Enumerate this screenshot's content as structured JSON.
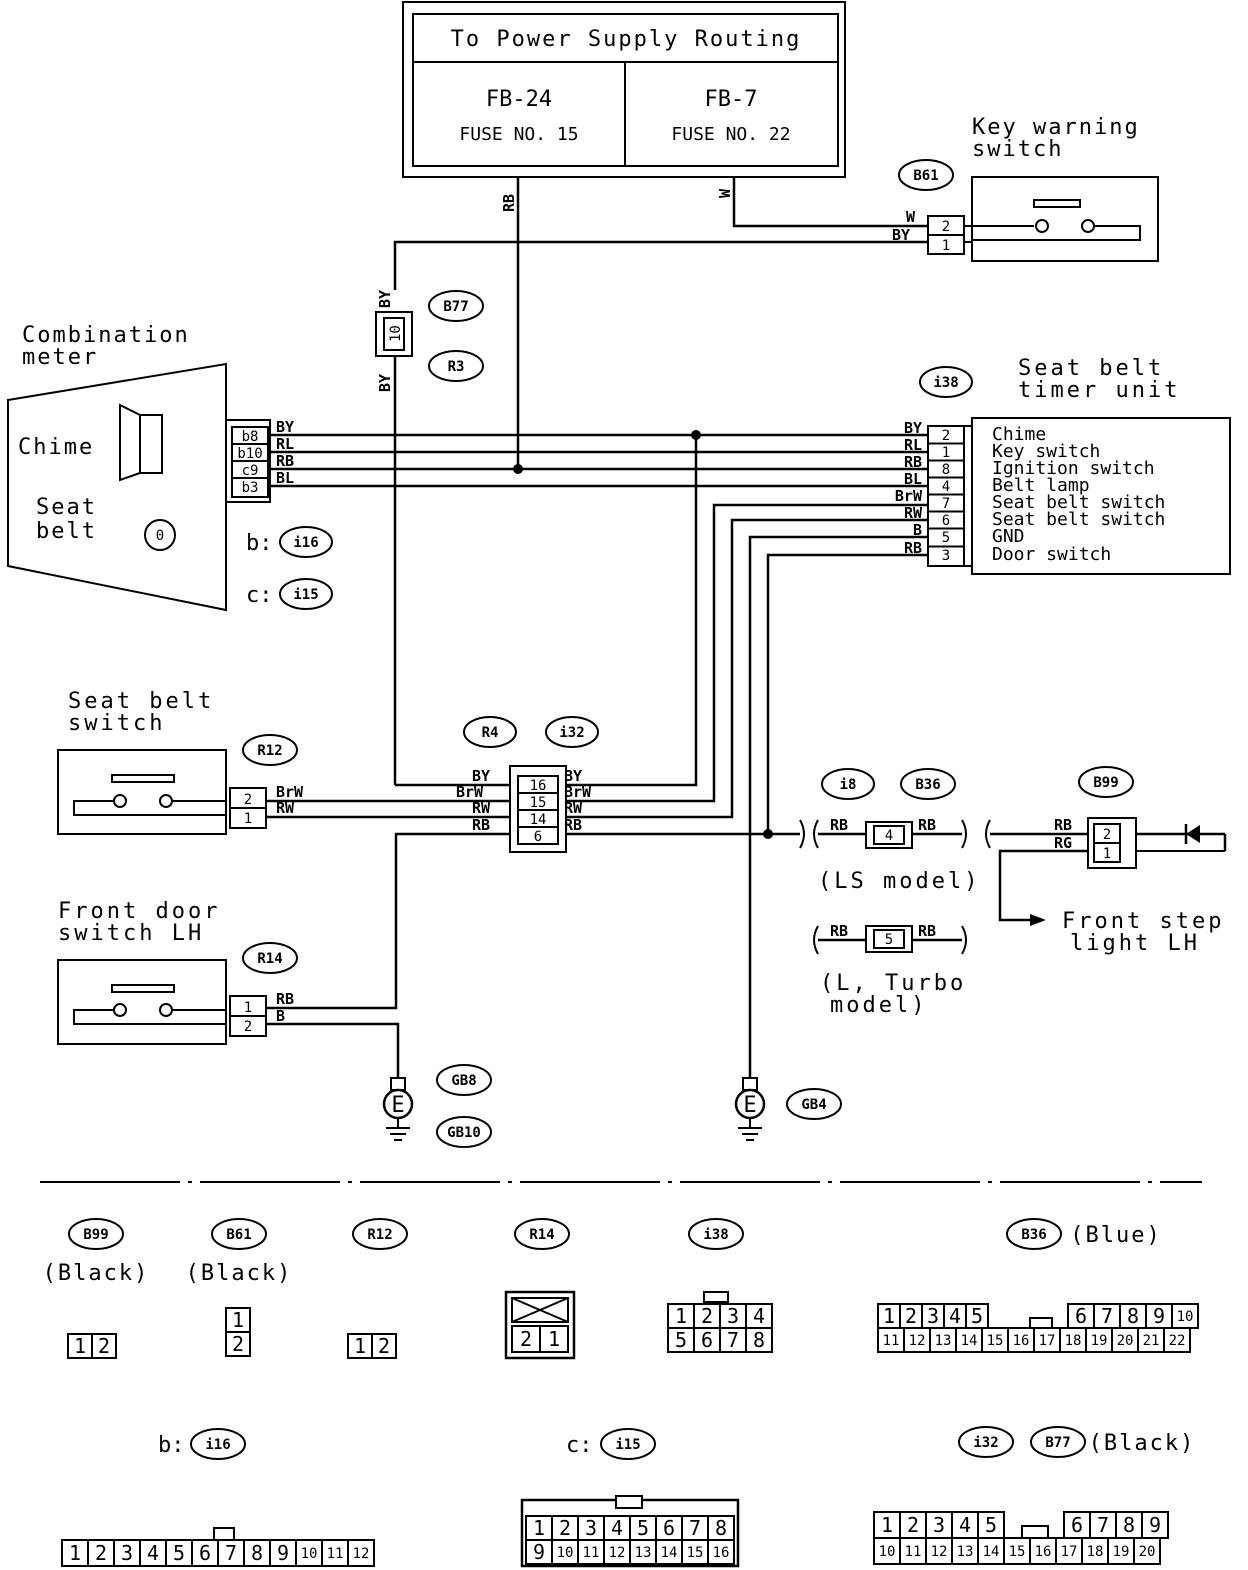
{
  "power_box": {
    "title": "To Power Supply Routing",
    "left_label": "FB-24",
    "left_fuse": "FUSE NO. 15",
    "right_label": "FB-7",
    "right_fuse": "FUSE NO. 22"
  },
  "components": {
    "key_warning_switch": [
      "Key warning",
      "switch"
    ],
    "combination_meter": [
      "Combination",
      "meter"
    ],
    "chime": "Chime",
    "seat_belt_indicator": [
      "Seat",
      "belt"
    ],
    "seat_belt_timer_unit": [
      "Seat belt",
      "timer unit"
    ],
    "seat_belt_switch": [
      "Seat belt",
      "switch"
    ],
    "front_door_switch": [
      "Front door",
      "switch LH"
    ],
    "front_step_light": [
      "Front step",
      "light LH"
    ],
    "ls_model": "(LS model)",
    "l_turbo_model": [
      "(L, Turbo",
      "model)"
    ]
  },
  "connector_tags": {
    "b61": "B61",
    "b77": "B77",
    "r3": "R3",
    "i38": "i38",
    "i16": "i16",
    "i15": "i15",
    "r12": "R12",
    "r4": "R4",
    "i32": "i32",
    "i8": "i8",
    "b36": "B36",
    "b99": "B99",
    "r14": "R14",
    "gb8": "GB8",
    "gb10": "GB10",
    "gb4": "GB4",
    "b_prefix": "b:",
    "c_prefix": "c:"
  },
  "wire_colors": {
    "rb": "RB",
    "w": "W",
    "by": "BY",
    "rl": "RL",
    "bl": "BL",
    "brw": "BrW",
    "rw": "RW",
    "b": "B",
    "rg": "RG"
  },
  "meter_pins": [
    "b8",
    "b10",
    "c9",
    "b3"
  ],
  "timer_pins": [
    "2",
    "1",
    "8",
    "4",
    "7",
    "6",
    "5",
    "3"
  ],
  "timer_functions": [
    "Chime",
    "Key switch",
    "Ignition switch",
    "Belt lamp",
    "Seat belt switch",
    "Seat belt switch",
    "GND",
    "Door switch"
  ],
  "timer_wires": [
    "BY",
    "RL",
    "RB",
    "BL",
    "BrW",
    "RW",
    "B",
    "RB"
  ],
  "r4_pins": [
    "16",
    "15",
    "14",
    "6"
  ],
  "inline_pins": {
    "ls": "4",
    "turbo": "5"
  },
  "key_warning_pins": [
    "2",
    "1"
  ],
  "b99_pins": [
    "2",
    "1"
  ],
  "seat_belt_switch_pins": [
    "2",
    "1"
  ],
  "door_switch_pins": [
    "1",
    "2"
  ],
  "fuse_10": "10",
  "ground_symbol": "E",
  "legend": {
    "b99": {
      "tag": "B99",
      "color": "(Black)",
      "cells": [
        [
          "1",
          "2"
        ]
      ]
    },
    "b61": {
      "tag": "B61",
      "color": "(Black)",
      "cells": [
        [
          "1"
        ],
        [
          "2"
        ]
      ]
    },
    "r12": {
      "tag": "R12",
      "cells": [
        [
          "1",
          "2"
        ]
      ]
    },
    "r14": {
      "tag": "R14",
      "cells": [
        [
          "2",
          "1"
        ]
      ]
    },
    "i38": {
      "tag": "i38",
      "cells": [
        [
          "1",
          "2",
          "3",
          "4"
        ],
        [
          "5",
          "6",
          "7",
          "8"
        ]
      ]
    },
    "b36": {
      "tag": "B36",
      "color": "(Blue)",
      "cells": [
        [
          "1",
          "2",
          "3",
          "4",
          "5",
          "6",
          "7",
          "8",
          "9",
          "10"
        ],
        [
          "11",
          "12",
          "13",
          "14",
          "15",
          "16",
          "17",
          "18",
          "19",
          "20",
          "21",
          "22"
        ]
      ]
    },
    "i16": {
      "prefix": "b:",
      "tag": "i16",
      "cells": [
        [
          "1",
          "2",
          "3",
          "4",
          "5",
          "6",
          "7",
          "8",
          "9",
          "10",
          "11",
          "12"
        ]
      ]
    },
    "i15": {
      "prefix": "c:",
      "tag": "i15",
      "cells": [
        [
          "1",
          "2",
          "3",
          "4",
          "5",
          "6",
          "7",
          "8"
        ],
        [
          "9",
          "10",
          "11",
          "12",
          "13",
          "14",
          "15",
          "16"
        ]
      ]
    },
    "i32_b77": {
      "tag1": "i32",
      "tag2": "B77",
      "color": "(Black)",
      "cells": [
        [
          "1",
          "2",
          "3",
          "4",
          "5",
          "6",
          "7",
          "8",
          "9"
        ],
        [
          "10",
          "11",
          "12",
          "13",
          "14",
          "15",
          "16",
          "17",
          "18",
          "19",
          "20"
        ]
      ]
    }
  }
}
